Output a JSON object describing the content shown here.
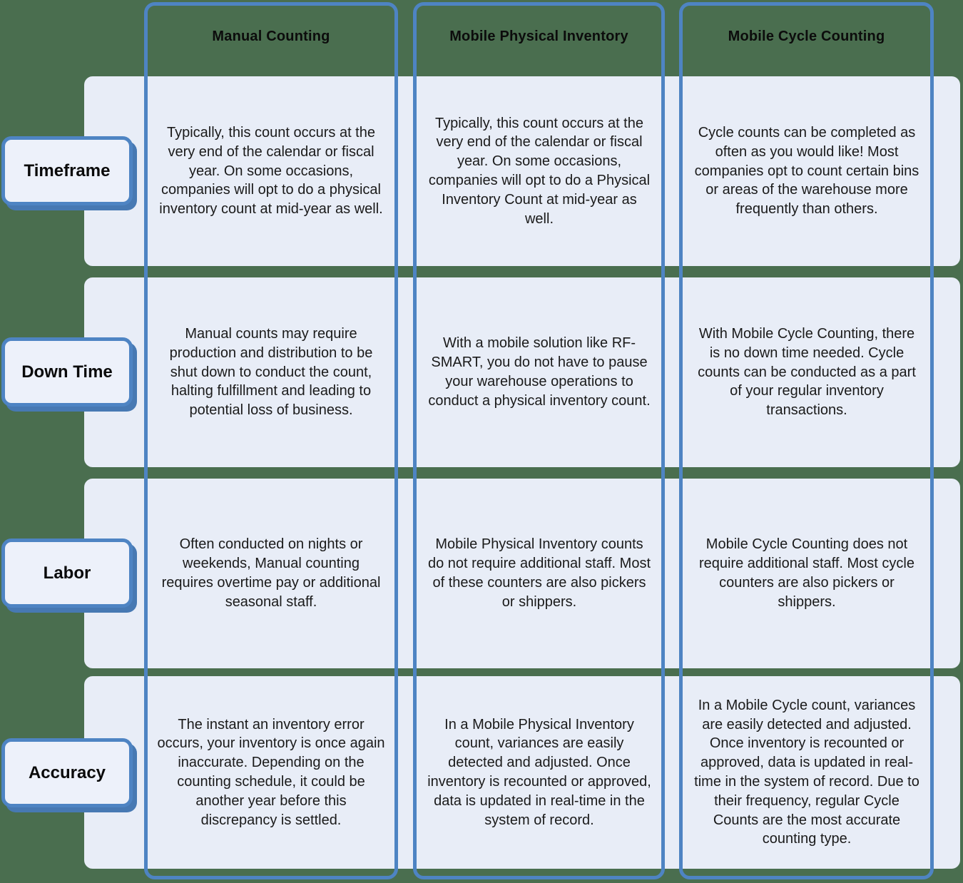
{
  "table": {
    "rows": [
      {
        "label": "Timeframe"
      },
      {
        "label": "Down Time"
      },
      {
        "label": "Labor"
      },
      {
        "label": "Accuracy"
      }
    ],
    "columns": [
      {
        "header": "Manual Counting",
        "cells": [
          "Typically, this count occurs at the very end of the calendar or fiscal year. On some occasions, companies will opt to do a physical inventory count at mid-year as well.",
          "Manual counts may require production and distribution to be shut down to conduct the count, halting fulfillment and leading to potential loss of business.",
          "Often conducted on nights or weekends, Manual counting requires overtime pay or additional seasonal staff.",
          "The instant an inventory error occurs, your inventory is once again inaccurate. Depending on the counting schedule, it could be another year before this discrepancy is settled."
        ]
      },
      {
        "header": "Mobile Physical Inventory",
        "cells": [
          "Typically, this count occurs at the very end of the calendar or fiscal year. On some occasions, companies will opt to do a Physical Inventory Count at mid-year as well.",
          "With a mobile solution like RF-SMART, you do not have to pause your warehouse operations to conduct a physical inventory count.",
          "Mobile Physical Inventory counts do not require additional staff. Most of these counters are also pickers or shippers.",
          "In a Mobile Physical Inventory count, variances are easily detected and adjusted. Once inventory is recounted or approved, data is updated in real-time in the system of record."
        ]
      },
      {
        "header": "Mobile Cycle Counting",
        "cells": [
          "Cycle counts can be completed as often as you would like! Most companies opt to count certain bins or areas of the warehouse more frequently than others.",
          "With Mobile Cycle Counting, there is no down time needed. Cycle counts can be conducted as a part of your regular inventory transactions.",
          "Mobile Cycle Counting does not require additional staff. Most cycle counters are also pickers or shippers.",
          "In a Mobile Cycle count, variances are easily detected and adjusted. Once inventory is recounted or approved, data is updated in real-time in the system of record. Due to their frequency, regular Cycle Counts are the most accurate counting type."
        ]
      }
    ]
  },
  "colors": {
    "background_green": "#4a6e4f",
    "border_blue": "#4e84c3",
    "label_shadow_blue": "#4779b3",
    "row_fill": "#e8edf7",
    "label_fill": "#edf1fa",
    "text": "#1a1a1a"
  }
}
